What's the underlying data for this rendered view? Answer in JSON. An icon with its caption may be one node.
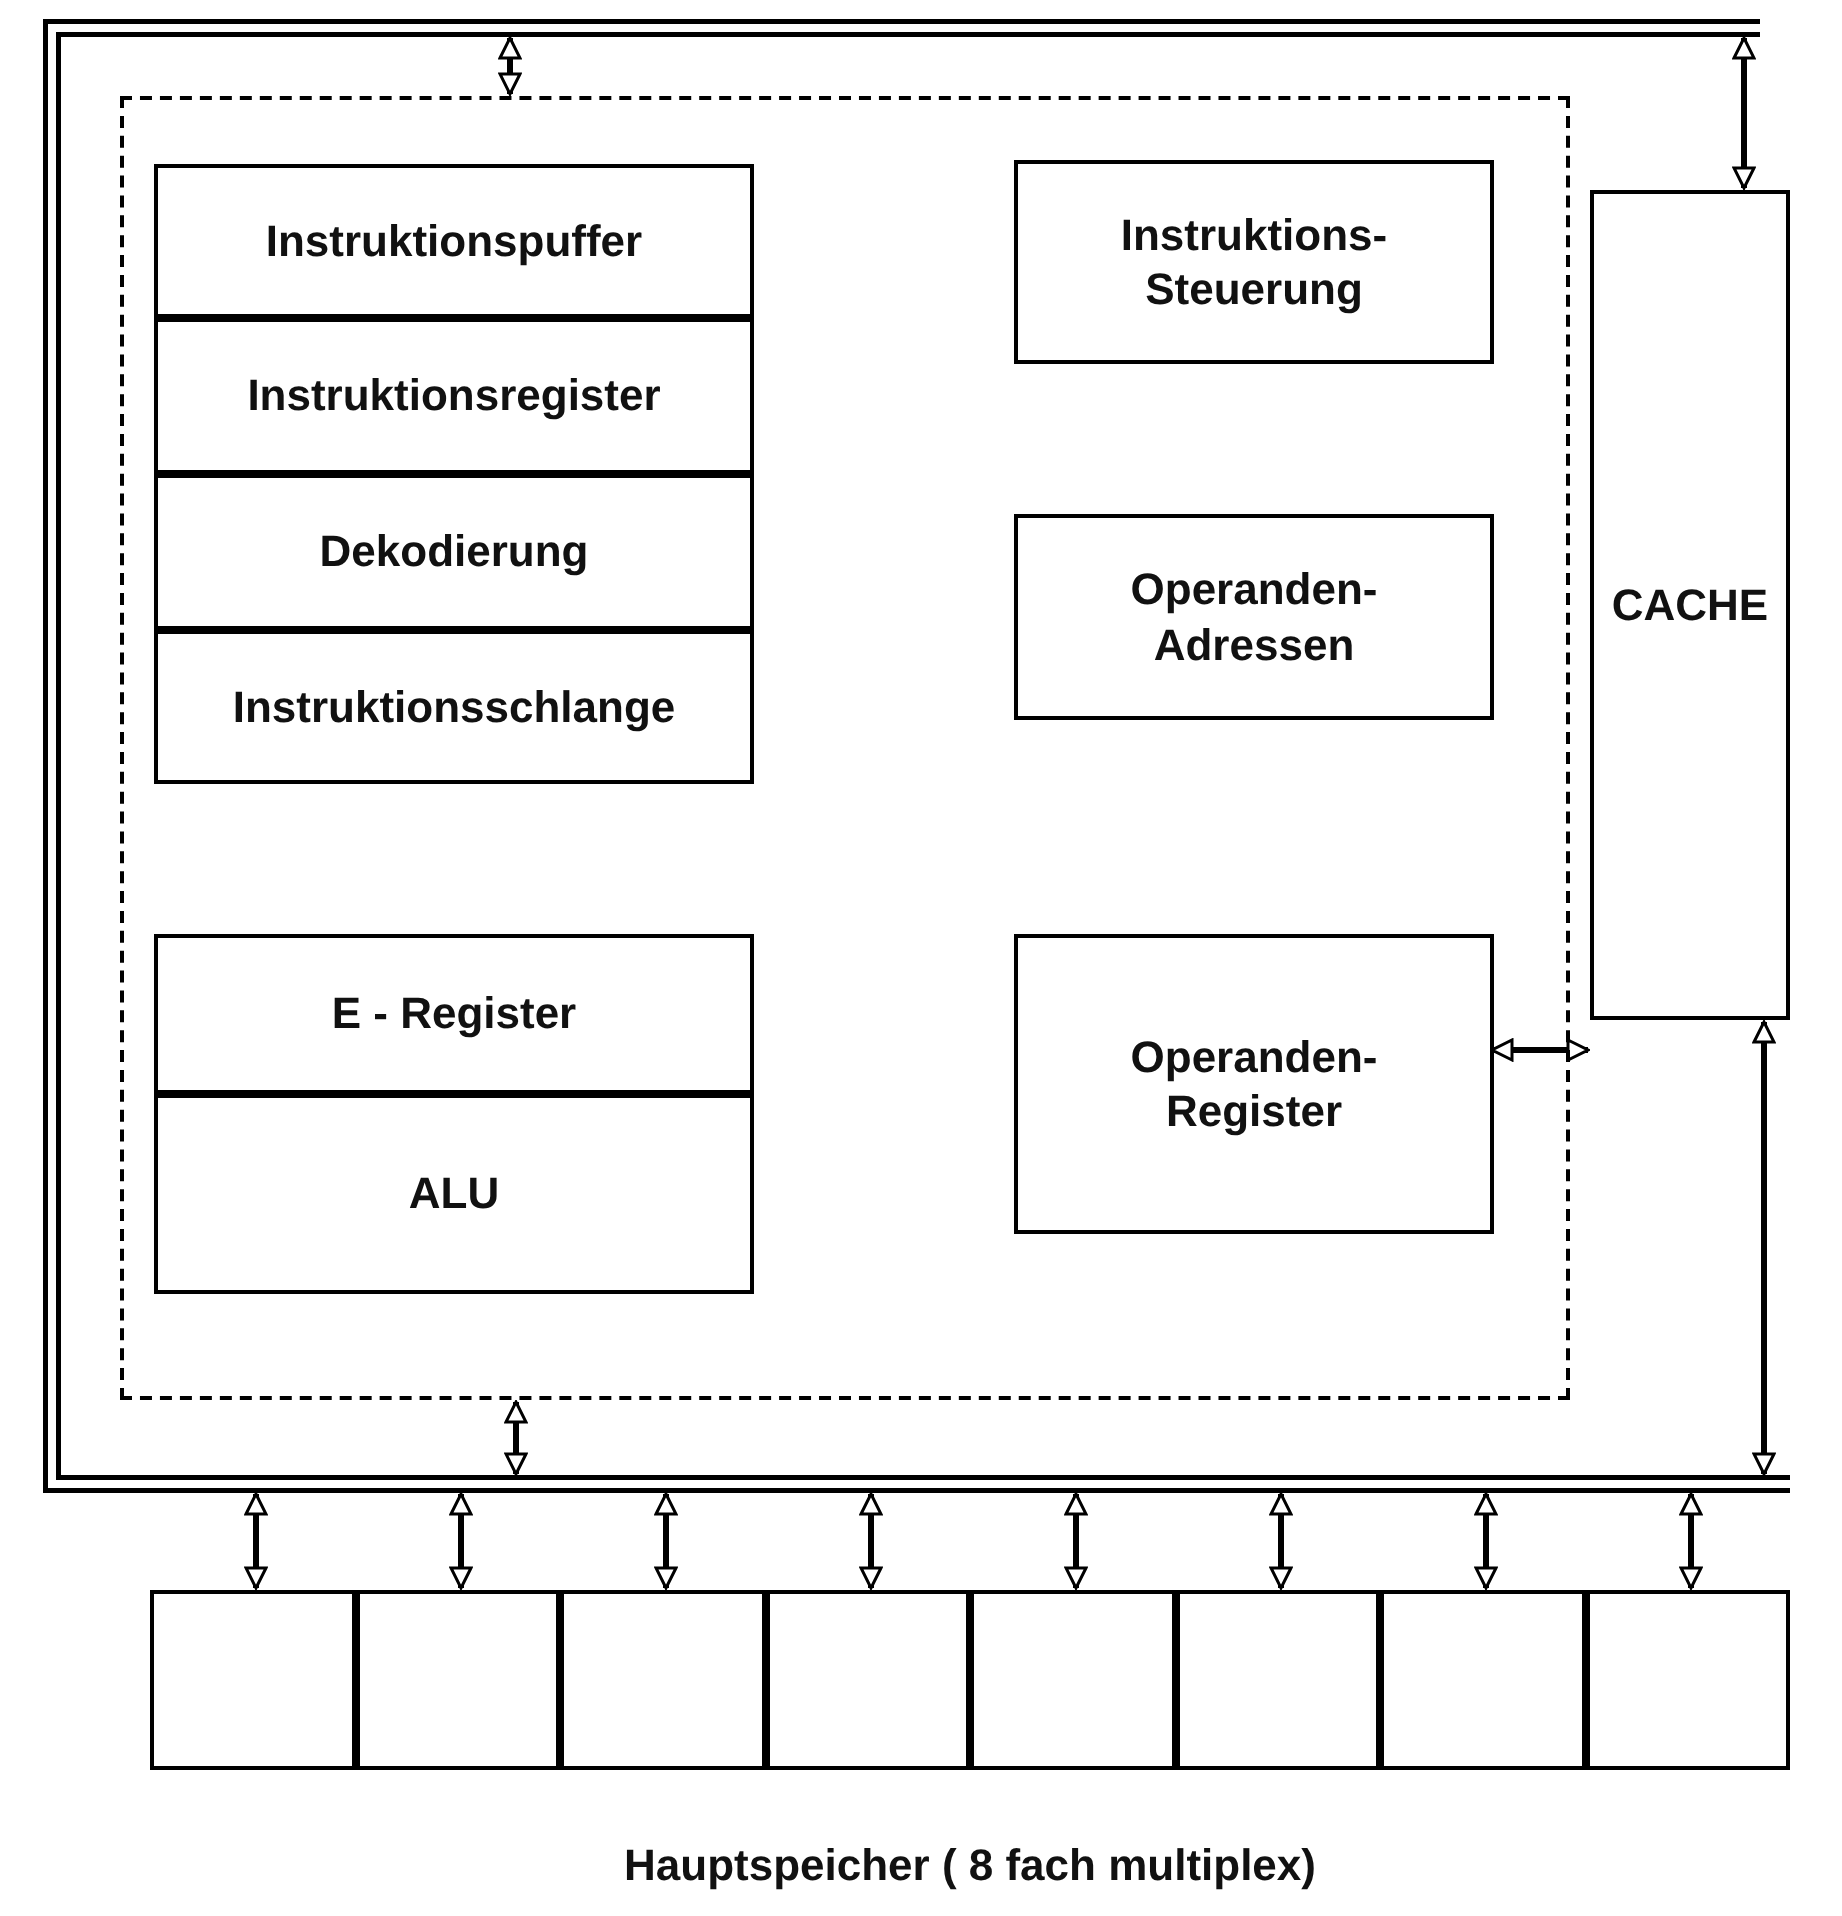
{
  "diagram": {
    "nodes": [
      {
        "text": [],
        "shape": "bar"
      },
      {
        "text": [],
        "shape": "box",
        "in": 0
      },
      {
        "text": [
          "Instruktionspuffer"
        ],
        "in": 1
      },
      {
        "text": [
          "Instruktionsregister"
        ],
        "in": 1
      },
      {
        "text": [
          "Dekodierung"
        ],
        "in": 1
      },
      {
        "text": [
          "Instruktionsschlange"
        ],
        "in": 1
      },
      {
        "text": [
          "Instruktions- Steuerung"
        ],
        "in": 1
      },
      {
        "text": [
          "Operanden- Adressen"
        ],
        "in": 1
      },
      {
        "text": [
          "E - Register"
        ],
        "in": 1
      },
      {
        "text": [
          "ALU"
        ],
        "in": 1
      },
      {
        "text": [
          "Operanden- Register"
        ],
        "in": 1
      },
      {
        "text": [
          "CACHE"
        ],
        "in": 0
      },
      {
        "text": [
          "Hauptspeicher ( 8 fach multiplex)"
        ]
      },
      {
        "text": [],
        "shape": "box",
        "in": 12
      },
      {
        "text": [],
        "shape": "box",
        "in": 12
      },
      {
        "text": [],
        "shape": "box",
        "in": 12
      },
      {
        "text": [],
        "shape": "box",
        "in": 12
      },
      {
        "text": [],
        "shape": "box",
        "in": 12
      },
      {
        "text": [],
        "shape": "box",
        "in": 12
      },
      {
        "text": [],
        "shape": "box",
        "in": 12
      },
      {
        "text": [],
        "shape": "box",
        "in": 12
      }
    ],
    "edges": [
      {
        "from": 0,
        "to": 1,
        "arrow": "both"
      },
      {
        "from": 0,
        "to": 11,
        "arrow": "both"
      },
      {
        "from": 10,
        "to": 11,
        "arrow": "both"
      },
      {
        "from": 11,
        "to": 0,
        "arrow": "both"
      },
      {
        "from": 1,
        "to": 0,
        "arrow": "both"
      },
      {
        "from": 0,
        "to": 13,
        "arrow": "both"
      },
      {
        "from": 0,
        "to": 14,
        "arrow": "both"
      },
      {
        "from": 0,
        "to": 15,
        "arrow": "both"
      },
      {
        "from": 0,
        "to": 16,
        "arrow": "both"
      },
      {
        "from": 0,
        "to": 17,
        "arrow": "both"
      },
      {
        "from": 0,
        "to": 18,
        "arrow": "both"
      },
      {
        "from": 0,
        "to": 19,
        "arrow": "both"
      },
      {
        "from": 0,
        "to": 20,
        "arrow": "both"
      }
    ]
  }
}
